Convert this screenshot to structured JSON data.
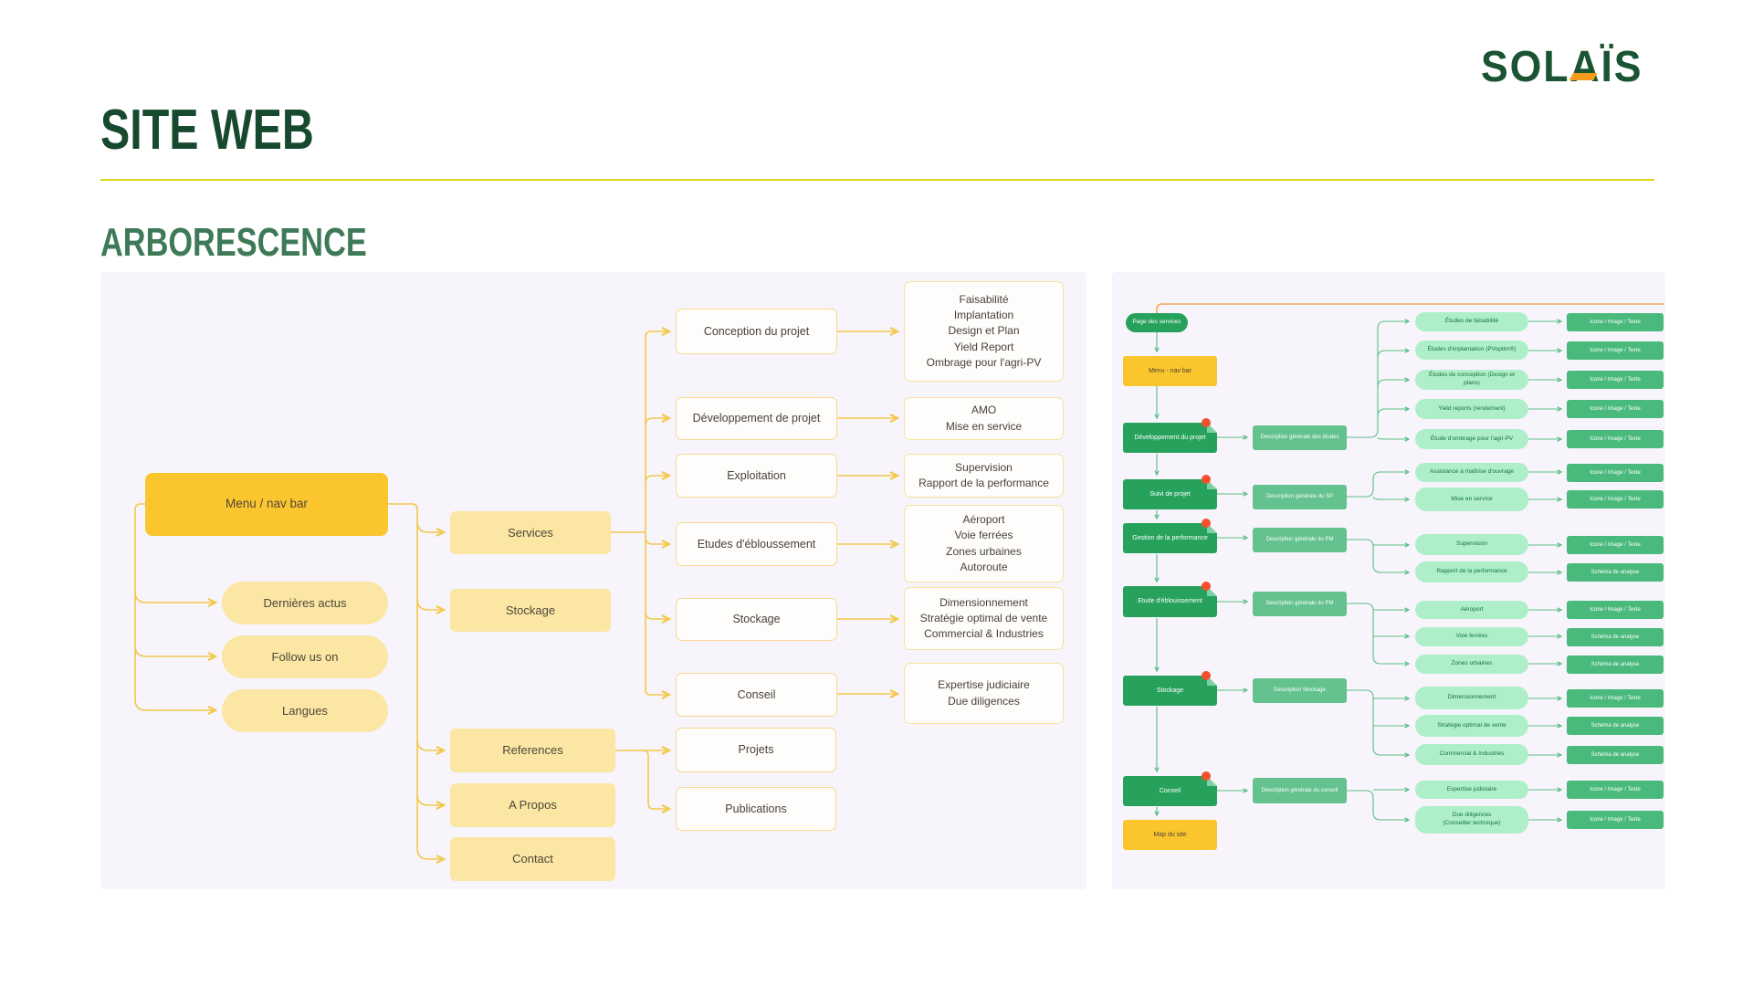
{
  "header": {
    "logo": "SOLAÏS",
    "title": "SITE WEB",
    "subtitle": "ARBORESCENCE"
  },
  "colors": {
    "brand_green": "#1A5433",
    "title_green": "#17492E",
    "subtitle_green": "#3E7A58",
    "divider_yellow": "#DCD51F",
    "panel_bg": "#F7F5FB",
    "accent_yellow": "#FBC62D",
    "light_yellow": "#FBE6A3",
    "line_yellow": "#F3C84B",
    "box_border_yellow": "#F9D98D",
    "green_dark": "#27A25C",
    "green_mid": "#63C28D",
    "green_item": "#49B97C",
    "green_light": "#AEEFC9",
    "line_green": "#5BBD86",
    "line_orange": "#F5A855",
    "red_dot": "#F4502E"
  },
  "left_diagram": {
    "menu": "Menu / nav bar",
    "menu_children": [
      "Dernières actus",
      "Follow us on",
      "Langues"
    ],
    "sections": [
      "Services",
      "Stockage",
      "References",
      "A Propos",
      "Contact"
    ],
    "services_children": [
      "Conception du projet",
      "Développement de projet",
      "Exploitation",
      "Etudes d'ébloussement",
      "Stockage",
      "Conseil"
    ],
    "references_children": [
      "Projets",
      "Publications"
    ],
    "detail_lists": [
      [
        "Faisabilité",
        "Implantation",
        "Design et Plan",
        "Yield Report",
        "Ombrage pour l'agri-PV"
      ],
      [
        "AMO",
        "Mise en service"
      ],
      [
        "Supervision",
        "Rapport de la performance"
      ],
      [
        "Aéroport",
        "Voie ferrées",
        "Zones urbaines",
        "Autoroute"
      ],
      [
        "Dimensionnement",
        "Stratégie optimal de vente",
        "Commercial & Industries"
      ],
      [
        "Expertise judiciaire",
        "Due diligences"
      ]
    ]
  },
  "right_diagram": {
    "root": "Page des services",
    "menu": "Menu - nav bar",
    "pages": [
      "Développement du projet",
      "Suivi de projet",
      "Gestion de la performance",
      "Etude d'éblouissement",
      "Stockage",
      "Conseil"
    ],
    "map": "Map du site",
    "descriptions": [
      "Description générale des études",
      "Description générale du SP",
      "Description générale du PM",
      "Description générale du PM",
      "Description Stockage",
      "Description générale du conseil"
    ],
    "items": [
      {
        "label": "Études de faisabilité",
        "asset": "Icone / Image / Texte"
      },
      {
        "label": "Études d'implantation (PVoptim®)",
        "asset": "Icone / Image / Texte"
      },
      {
        "label": "Études de conception (Design et plans)",
        "asset": "Icone / Image / Texte"
      },
      {
        "label": "Yield reports (rendement)",
        "asset": "Icone / Image / Texte"
      },
      {
        "label": "Étude d'ombrage pour l'agri-PV",
        "asset": "Icone / Image / Texte"
      },
      {
        "label": "Assistance à maîtrise d'ouvrage",
        "asset": "Icone / Image / Texte"
      },
      {
        "label": "Mise en service",
        "asset": "Icone / Image / Texte"
      },
      {
        "label": "Supervision",
        "asset": "Icone / Image / Texte"
      },
      {
        "label": "Rapport de la performance",
        "asset": "Schéma de analyse"
      },
      {
        "label": "Aéroport",
        "asset": "Icone / Image / Texte"
      },
      {
        "label": "Voie ferrées",
        "asset": "Schéma de analyse"
      },
      {
        "label": "Zones urbaines",
        "asset": "Schéma de analyse"
      },
      {
        "label": "Dimensionnement",
        "asset": "Icone / Image / Texte"
      },
      {
        "label": "Stratégie optimal de vente",
        "asset": "Schéma de analyse"
      },
      {
        "label": "Commercial & Industries",
        "asset": "Schéma de analyse"
      },
      {
        "label": "Expertise judiciaire",
        "asset": "Icone / Image / Texte"
      },
      {
        "label": "Due diligences\n(Conseiller technique)",
        "asset": "Icone / Image / Texte"
      }
    ]
  }
}
